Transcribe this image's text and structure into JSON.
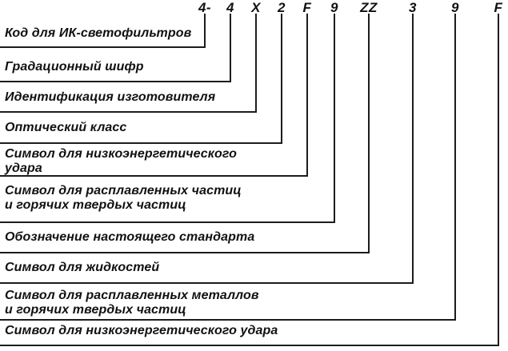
{
  "colors": {
    "line": "#1c1c1c",
    "text": "#111111",
    "background": "#ffffff"
  },
  "diagram": {
    "description": "Marking code breakdown diagram",
    "items": [
      {
        "code": "4-",
        "label": "Код для ИК-светофильтров"
      },
      {
        "code": "4",
        "label": "Градационный шифр"
      },
      {
        "code": "X",
        "label": "Идентификация изготовителя"
      },
      {
        "code": "2",
        "label": "Оптический класс"
      },
      {
        "code": "F",
        "label": "Символ для низкоэнергетического\nудара"
      },
      {
        "code": "9",
        "label": "Символ для расплавленных частиц\nи горячих твердых частиц"
      },
      {
        "code": "ZZ",
        "label": "Обозначение настоящего стандарта"
      },
      {
        "code": "3",
        "label": "Символ для жидкостей"
      },
      {
        "code": "9",
        "label": "Символ для расплавленных металлов\nи горячих твердых частиц"
      },
      {
        "code": "F",
        "label": "Символ для низкоэнергетического удара"
      }
    ]
  }
}
